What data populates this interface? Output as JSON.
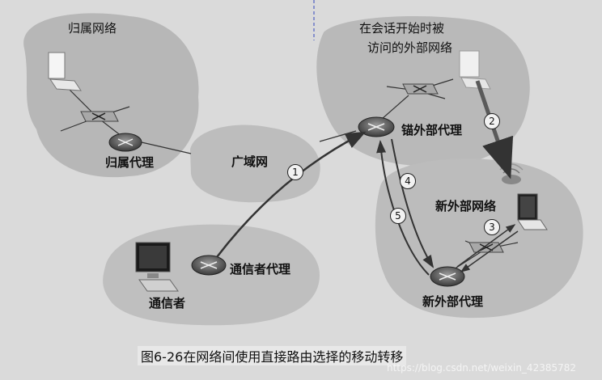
{
  "labels": {
    "home_network": "归属网络",
    "visited_network_line1": "在会话开始时被",
    "visited_network_line2": "访问的外部网络",
    "home_agent": "归属代理",
    "wan": "广域网",
    "anchor_foreign_agent": "锚外部代理",
    "new_foreign_network": "新外部网络",
    "correspondent_agent": "通信者代理",
    "correspondent": "通信者",
    "new_foreign_agent": "新外部代理"
  },
  "steps": [
    "1",
    "2",
    "3",
    "4",
    "5"
  ],
  "caption": "图6-26在网络间使用直接路由选择的移动转移",
  "watermark": "https://blog.csdn.net/weixin_42385782"
}
